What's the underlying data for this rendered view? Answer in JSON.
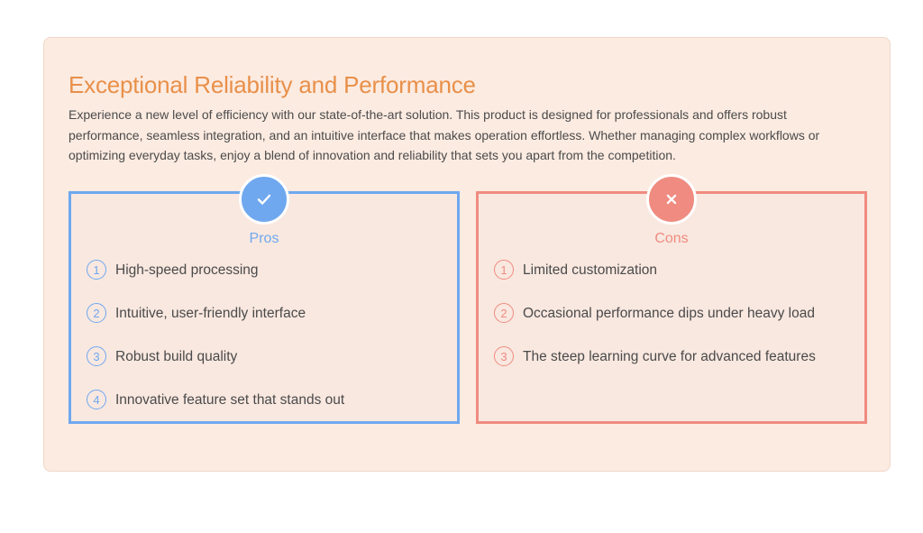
{
  "colors": {
    "title": "#e8904a",
    "pros": "#6fa8ef",
    "cons": "#ef8b80"
  },
  "header": {
    "title": "Exceptional Reliability and Performance",
    "description": "Experience a new level of efficiency with our state-of-the-art solution. This product is designed for professionals and offers robust performance, seamless integration, and an intuitive interface that makes operation effortless. Whether managing complex workflows or optimizing everyday tasks, enjoy a blend of innovation and reliability that sets you apart from the competition."
  },
  "pros": {
    "icon": "check-icon",
    "title": "Pros",
    "items": [
      {
        "number": "1",
        "text": "High-speed processing"
      },
      {
        "number": "2",
        "text": "Intuitive, user-friendly interface"
      },
      {
        "number": "3",
        "text": "Robust build quality"
      },
      {
        "number": "4",
        "text": "Innovative feature set that stands out"
      }
    ]
  },
  "cons": {
    "icon": "close-icon",
    "title": "Cons",
    "items": [
      {
        "number": "1",
        "text": "Limited customization"
      },
      {
        "number": "2",
        "text": "Occasional performance dips under heavy load"
      },
      {
        "number": "3",
        "text": "The steep learning curve for advanced features"
      }
    ]
  }
}
